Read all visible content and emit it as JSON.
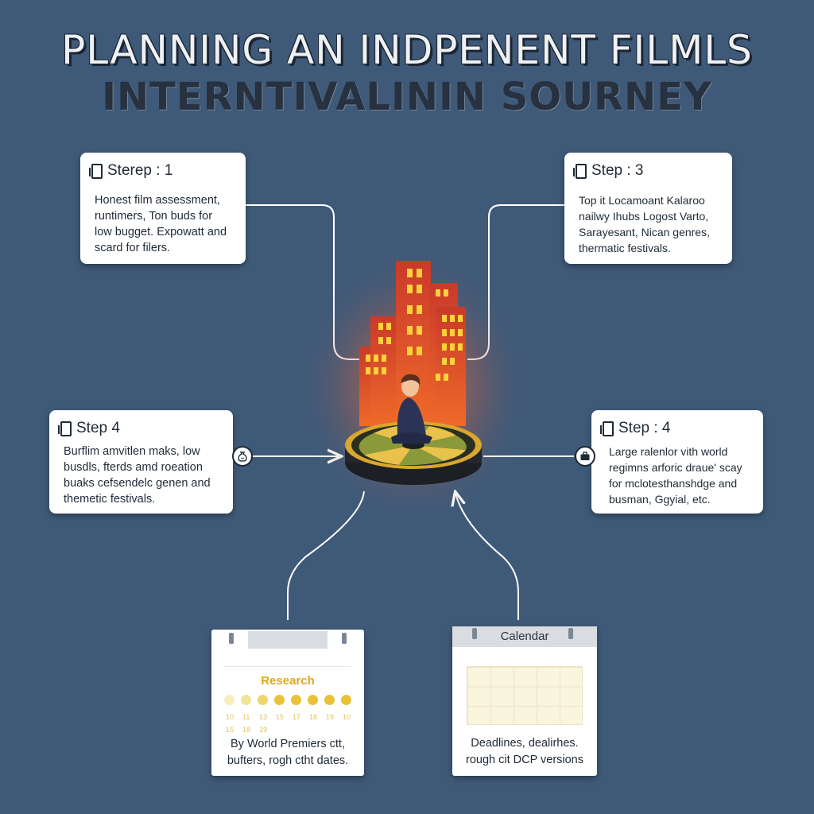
{
  "title": {
    "line1": "PLANNING AN INDPENENT FILMLS",
    "line2": "INTERNTIVALININ SOURNEY"
  },
  "cards": [
    {
      "id": "step-1",
      "label": "Sterep : 1",
      "icon": "document-icon",
      "lines": [
        "Honest film assessment,",
        "runtimers, Ton buds for",
        "low bugget. Expowatt and",
        "scard for filers."
      ]
    },
    {
      "id": "step-3",
      "label": "Step : 3",
      "icon": "document-icon",
      "lines": [
        "Top it Locamoant Kalaroo",
        "nailwy Ihubs Logost Varto,",
        "Sarayesant, Nican genres,",
        "thermatic festivals."
      ]
    },
    {
      "id": "step-4-left",
      "label": "Step 4",
      "icon": "document-icon",
      "badge_icon": "money-bag-icon",
      "lines": [
        "Burflim amvitlen maks, low",
        "busdls, fterds amd roeation",
        "buaks cefsendelc genen and",
        "themetic festivals."
      ]
    },
    {
      "id": "step-4-right",
      "label": "Step : 4",
      "icon": "document-icon",
      "badge_icon": "briefcase-icon",
      "lines": [
        "Large ralenlor vith world",
        "regimns arforic draue' scay",
        "for mclotesthanshdge and",
        "busman, Ggyial, etc."
      ]
    }
  ],
  "calendars": [
    {
      "id": "research",
      "title": "Research",
      "numbers": [
        "10",
        "11",
        "13",
        "15",
        "17",
        "18",
        "19",
        "10",
        "15",
        "18",
        "19"
      ],
      "lines": [
        "By World Premiers ctt,",
        "bufters, rogh ctht dates."
      ]
    },
    {
      "id": "calendar",
      "title": "Calendar",
      "lines": [
        "Deadlines, dealirhes.",
        "rough cit DCP versions"
      ]
    }
  ],
  "colors": {
    "background": "#3f5a78",
    "accent_gold": "#e6b832",
    "building_red": "#d8432b",
    "window_yellow": "#ffd23a"
  }
}
